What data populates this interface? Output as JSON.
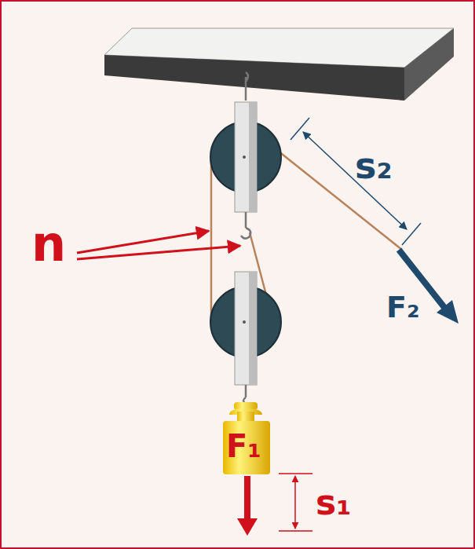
{
  "diagram": {
    "labels": [
      "s₂",
      "n",
      "F₂",
      "F₁",
      "s₁"
    ]
  }
}
